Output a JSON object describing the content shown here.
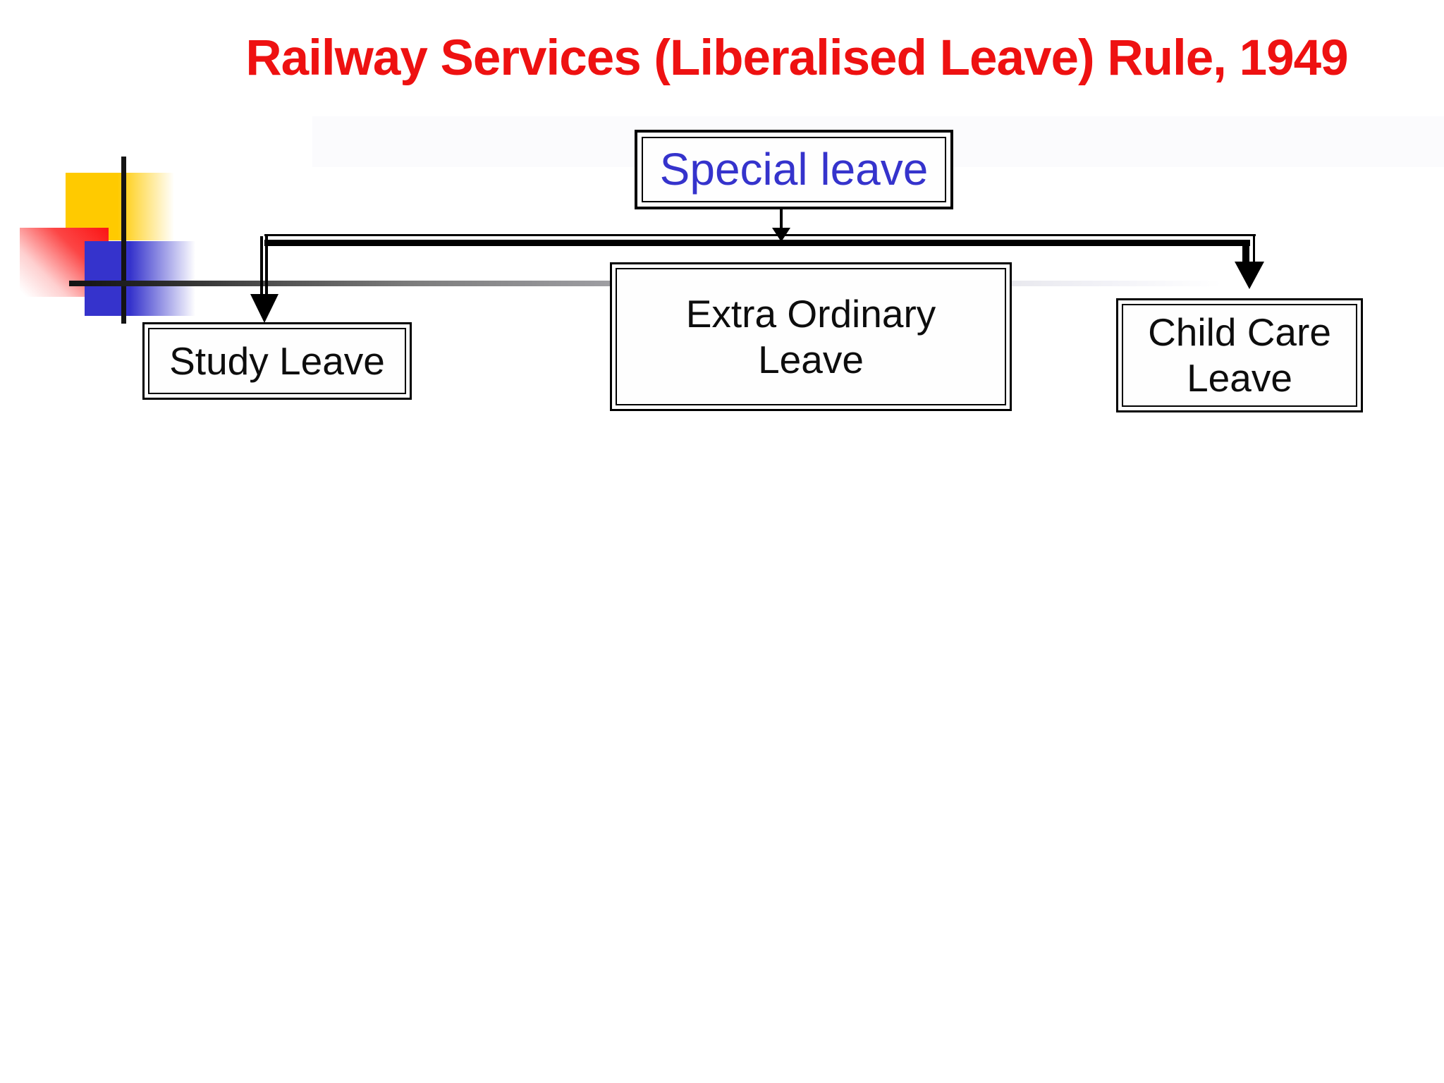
{
  "slide": {
    "title": "Railway Services (Liberalised Leave) Rule, 1949"
  },
  "diagram": {
    "root": {
      "label": "Special leave"
    },
    "children": [
      {
        "label": "Study Leave"
      },
      {
        "label": "Extra Ordinary Leave"
      },
      {
        "label": "Child Care Leave"
      }
    ]
  },
  "colors": {
    "title_text": "#ee1111",
    "root_label_text": "#3533cc",
    "box_border": "#000000",
    "connector": "#000000",
    "gradient_line_start": "#141414",
    "gradient_line_end": "#f2f2f7",
    "logo_yellow": "#ffca00",
    "logo_red": "#fb1414",
    "logo_blue": "#3533cc",
    "background": "#ffffff"
  }
}
